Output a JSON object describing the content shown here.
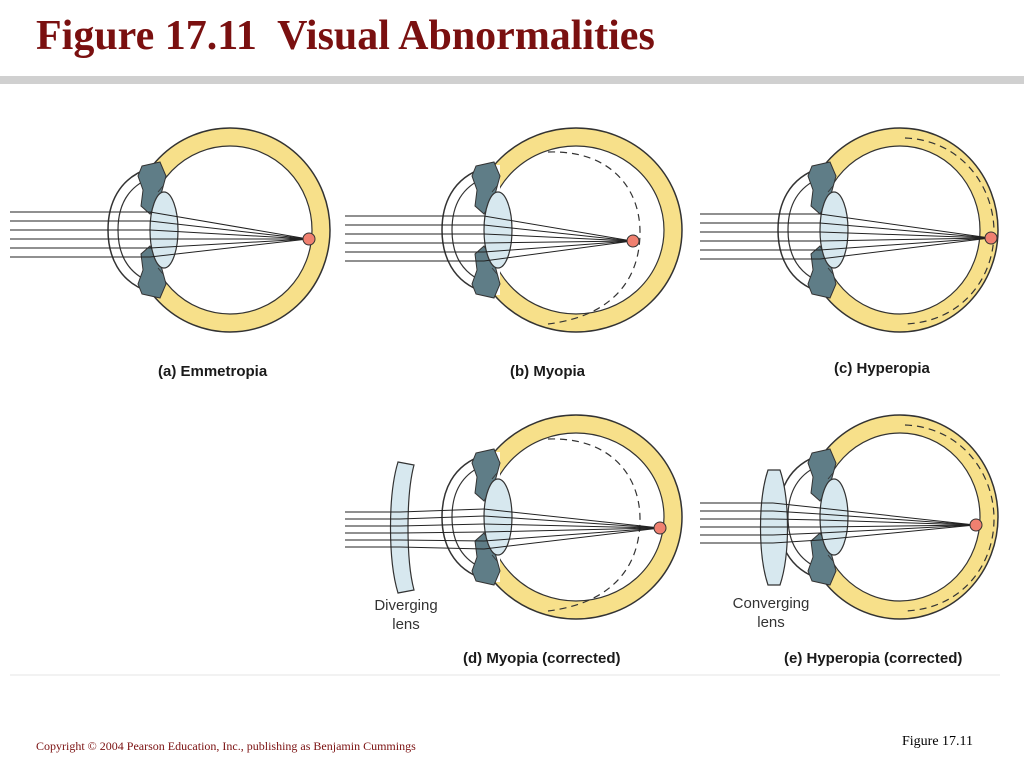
{
  "slide": {
    "title": "Figure 17.11  Visual Abnormalities",
    "copyright": "Copyright © 2004 Pearson Education, Inc., publishing as Benjamin Cummings",
    "figure_label": "Figure 17.11"
  },
  "colors": {
    "title": "#7a1010",
    "sclera": "#f7e08a",
    "lens": "#d7e8ef",
    "iris": "#5f7d87",
    "focus_point": "#f08070"
  },
  "panels": {
    "a": {
      "caption": "(a) Emmetropia"
    },
    "b": {
      "caption": "(b) Myopia"
    },
    "c": {
      "caption": "(c) Hyperopia"
    },
    "d": {
      "caption": "(d) Myopia (corrected)",
      "lens_label": [
        "Diverging",
        "lens"
      ]
    },
    "e": {
      "caption": "(e) Hyperopia (corrected)",
      "lens_label": [
        "Converging",
        "lens"
      ]
    }
  }
}
